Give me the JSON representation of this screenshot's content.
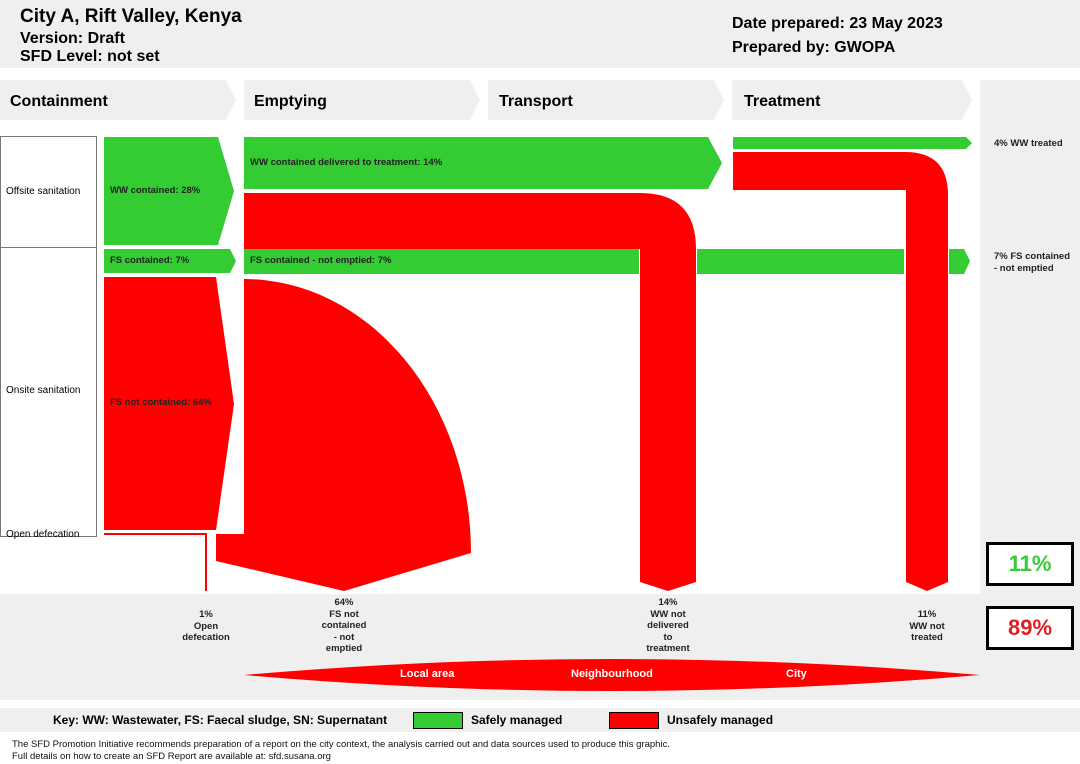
{
  "header": {
    "title": "City A, Rift Valley, Kenya",
    "version": "Version: Draft",
    "sfd_level": "SFD Level: not set",
    "date_prepared": "Date prepared: 23 May 2023",
    "prepared_by": "Prepared by: GWOPA"
  },
  "stages": [
    "Containment",
    "Emptying",
    "Transport",
    "Treatment"
  ],
  "rows": {
    "offsite": "Offsite sanitation",
    "onsite": "Onsite sanitation",
    "open_defecation": "Open defecation"
  },
  "flows": {
    "ww_contained": "WW contained: 28%",
    "fs_contained": "FS contained: 7%",
    "fs_not_contained": "FS not contained: 64%",
    "ww_delivered": "WW contained delivered to treatment: 14%",
    "fs_not_emptied": "FS contained - not emptied: 7%"
  },
  "outcomes": {
    "ww_treated": "4% WW treated",
    "fs_contained_not_emptied": [
      "7% FS contained",
      "- not emptied"
    ]
  },
  "bottom_labels": {
    "open_defecation": [
      "1%",
      "Open",
      "defecation"
    ],
    "fs_not_contained": [
      "64%",
      "FS not",
      "contained",
      "- not",
      "emptied"
    ],
    "ww_not_delivered": [
      "14%",
      "WW not",
      "delivered",
      "to",
      "treatment"
    ],
    "ww_not_treated": [
      "11%",
      "WW not",
      "treated"
    ]
  },
  "totals": {
    "safe": "11%",
    "unsafe": "89%"
  },
  "areas": [
    "Local area",
    "Neighbourhood",
    "City"
  ],
  "key": {
    "text": "Key: WW: Wastewater, FS: Faecal sludge, SN: Supernatant",
    "safe": "Safely managed",
    "unsafe": "Unsafely managed"
  },
  "footer": {
    "line1": "The SFD Promotion Initiative recommends preparation of a report on the city context, the analysis carried out and data sources used to produce this graphic.",
    "line2": "Full details on how to create an SFD Report are available at: sfd.susana.org"
  },
  "colors": {
    "safe": "#33cc33",
    "unsafe": "#ff0000",
    "panel": "#efefef"
  }
}
